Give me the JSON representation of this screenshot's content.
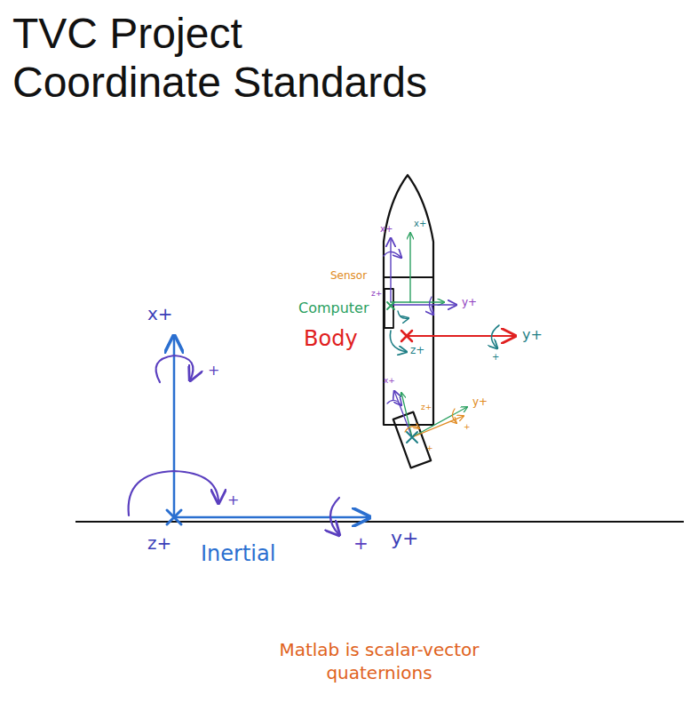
{
  "diagram": {
    "title": "TVC Project Coordinate Standards",
    "caption": "Matlab is scalar-vector quaternions",
    "labels": [
      "x+",
      "+",
      "+",
      "z+",
      "Inertial",
      "+",
      "y+",
      "x+",
      "x+",
      "Sensor",
      "Computer",
      "z+",
      "y+",
      "Body",
      "z+",
      "y+",
      "+",
      "x+",
      "z+",
      "y+",
      "+",
      "+"
    ]
  }
}
